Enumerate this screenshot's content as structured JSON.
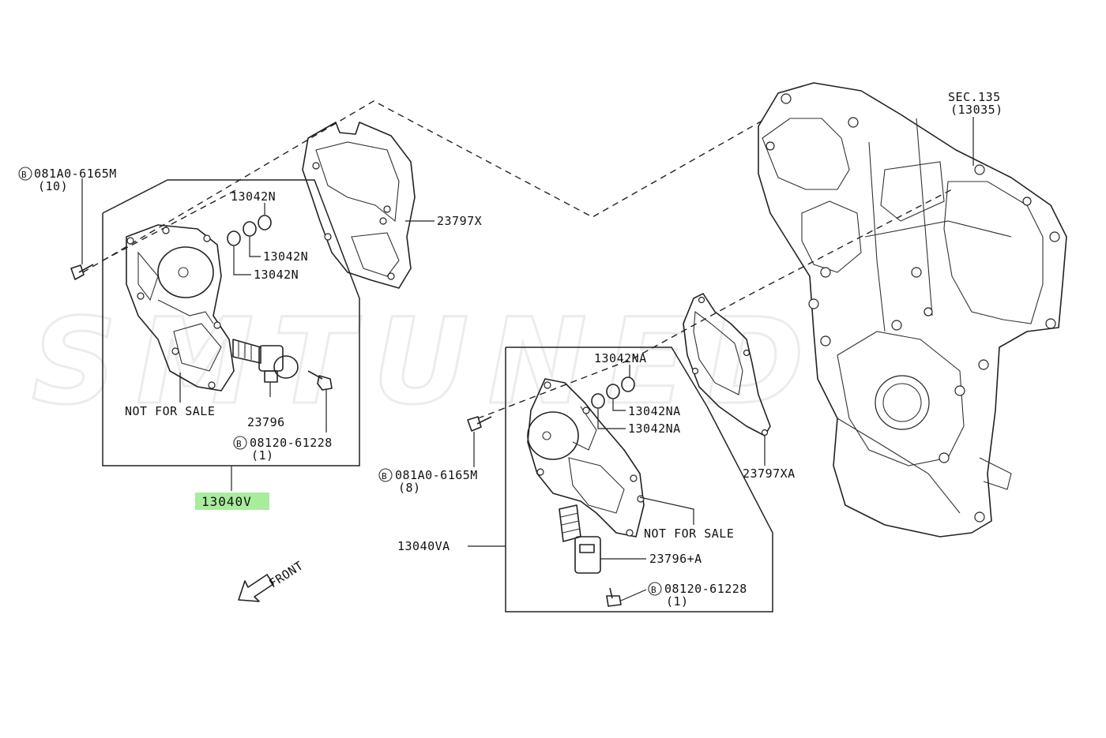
{
  "watermark": "SMTUNED",
  "labels": {
    "sec135": "SEC.135",
    "sec135_sub": "(13035)",
    "bolt_a_left": "081A0-6165M",
    "bolt_a_left_qty": "(10)",
    "oring_top_left": "13042N",
    "oring_mid_left": "13042N",
    "oring_low_left": "13042N",
    "gasket_top": "23797X",
    "not_for_sale_left": "NOT FOR SALE",
    "solenoid_left": "23796",
    "bolt_b_left": "08120-61228",
    "bolt_b_left_qty": "(1)",
    "assy_left": "13040V",
    "front": "FRONT",
    "oring_top_right": "13042NA",
    "oring_mid_right": "13042NA",
    "oring_low_right": "13042NA",
    "gasket_right": "23797XA",
    "bolt_a_right": "081A0-6165M",
    "bolt_a_right_qty": "(8)",
    "assy_right": "13040VA",
    "not_for_sale_right": "NOT FOR SALE",
    "solenoid_right": "23796+A",
    "bolt_b_right": "08120-61228",
    "bolt_b_right_qty": "(1)",
    "bolt_marker": "B"
  },
  "colors": {
    "highlight": "#a8ec9c",
    "ink": "#222222"
  }
}
